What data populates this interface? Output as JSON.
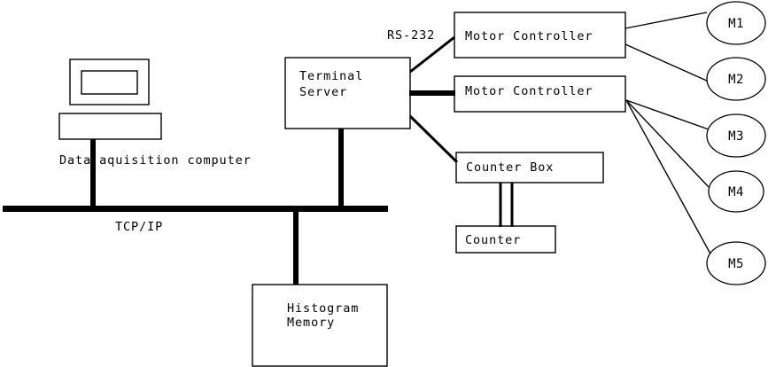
{
  "diagram": {
    "title": "Data acquisition system block diagram",
    "background_color": "#ffffff",
    "line_color": "#000000",
    "nodes": {
      "computer": {
        "label": "Data aquisition computer",
        "shape": "monitor-and-base"
      },
      "terminal_server": {
        "label_line1": "Terminal",
        "label_line2": "Server",
        "shape": "rect"
      },
      "motor_controller_1": {
        "label": "Motor Controller",
        "shape": "rect"
      },
      "motor_controller_2": {
        "label": "Motor Controller",
        "shape": "rect"
      },
      "counter_box": {
        "label": "Counter Box",
        "shape": "rect"
      },
      "counter": {
        "label": "Counter",
        "shape": "rect"
      },
      "histogram_memory": {
        "label_line1": "Histogram",
        "label_line2": "Memory",
        "shape": "rect"
      },
      "motors": [
        {
          "label": "M1"
        },
        {
          "label": "M2"
        },
        {
          "label": "M3"
        },
        {
          "label": "M4"
        },
        {
          "label": "M5"
        }
      ]
    },
    "edges": {
      "network_bus_label": "TCP/IP",
      "serial_link_label": "RS-232"
    }
  }
}
